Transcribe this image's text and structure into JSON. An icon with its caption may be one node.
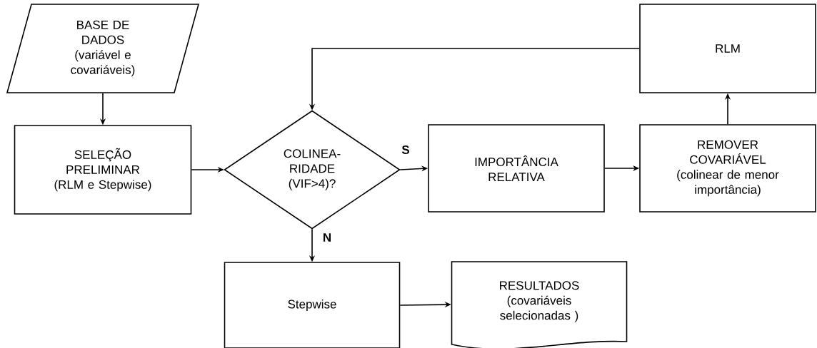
{
  "diagram": {
    "nodes": [
      {
        "text": [
          "BASE DE DADOS",
          "(variável e covariáveis)"
        ]
      },
      {
        "text": [
          "SELEÇÃO PRELIMINAR",
          "(RLM e Stepwise)"
        ]
      },
      {
        "text": [
          "COLINEA- RIDADE (VIF>4)?"
        ]
      },
      {
        "text": [
          "IMPORTÂNCIA RELATIVA"
        ]
      },
      {
        "text": [
          "REMOVER COVARIÁVEL",
          "(colinear de menor importância)"
        ]
      },
      {
        "text": [
          "RLM"
        ]
      },
      {
        "text": [
          "Stepwise"
        ]
      },
      {
        "text": [
          "RESULTADOS",
          "(covariáveis selecionadas )"
        ]
      }
    ],
    "edges": [
      {
        "from": 0,
        "to": 1,
        "arrow": "to"
      },
      {
        "from": 1,
        "to": 2,
        "arrow": "to"
      },
      {
        "from": 2,
        "to": 3,
        "arrow": "to",
        "label": "S"
      },
      {
        "from": 3,
        "to": 4,
        "arrow": "to"
      },
      {
        "from": 4,
        "to": 5,
        "arrow": "to"
      },
      {
        "from": 5,
        "to": 2,
        "arrow": "to"
      },
      {
        "from": 2,
        "to": 6,
        "arrow": "to",
        "label": "N"
      },
      {
        "from": 6,
        "to": 7,
        "arrow": "to"
      }
    ]
  }
}
